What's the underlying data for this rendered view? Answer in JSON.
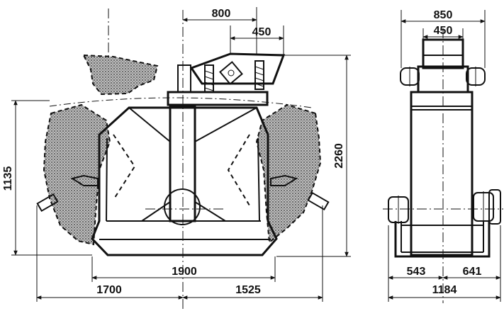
{
  "dimensions": {
    "top_800": "800",
    "top_450": "450",
    "height_1135": "1135",
    "height_2260": "2260",
    "width_1900": "1900",
    "left_1700": "1700",
    "right_1525": "1525",
    "side_850": "850",
    "side_450": "450",
    "side_543": "543",
    "side_641": "641",
    "side_1184": "1184"
  }
}
